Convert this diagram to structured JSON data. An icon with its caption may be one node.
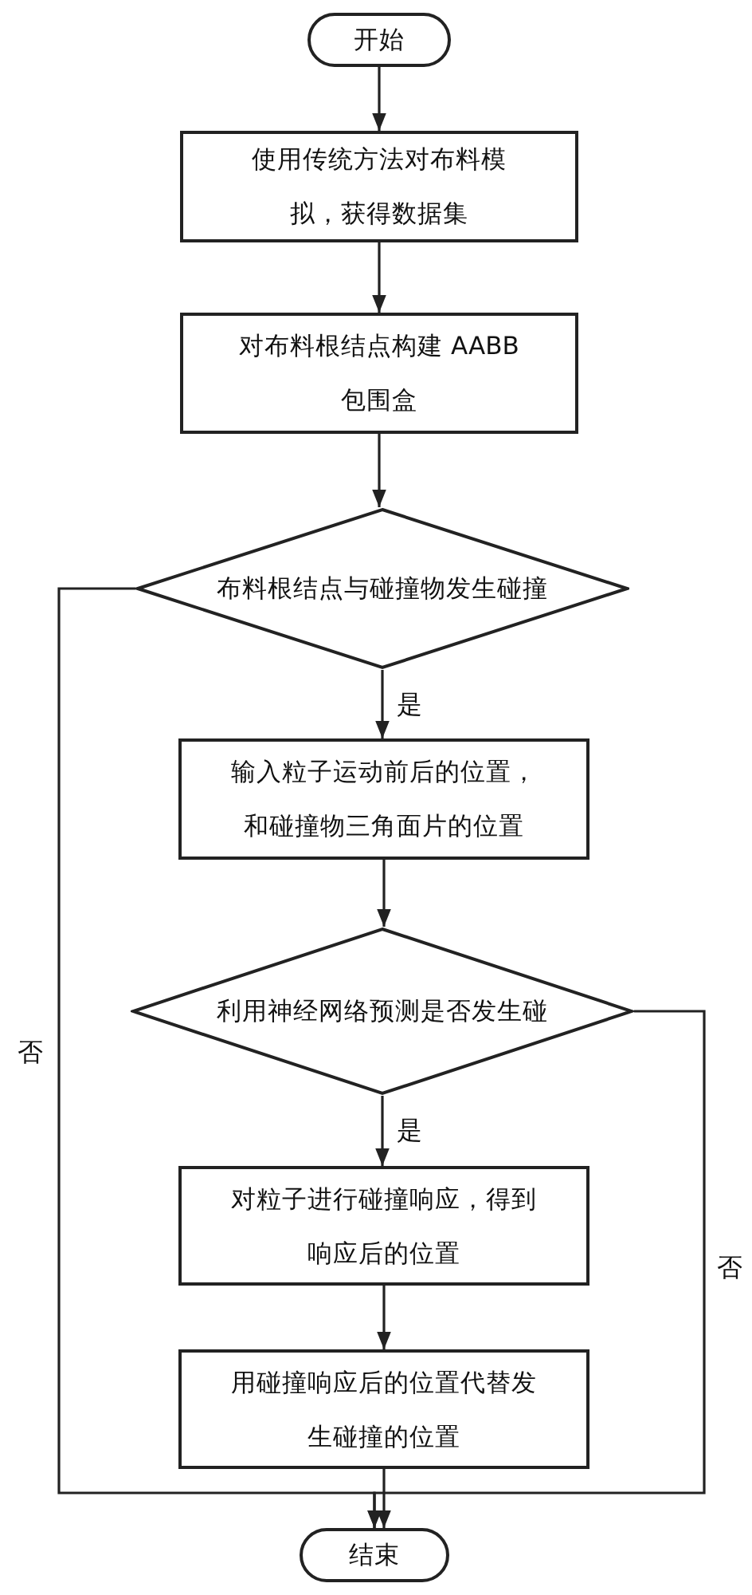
{
  "diagram": {
    "nodes": [
      {
        "text": [
          "开始"
        ]
      },
      {
        "text": [
          "使用传统方法对布料模拟，获得数据集"
        ]
      },
      {
        "text": [
          "对布料根结点构建 AABB 包围盒"
        ]
      },
      {
        "text": [
          "布料根结点与碰撞物发生碰撞"
        ]
      },
      {
        "text": [
          "输入粒子运动前后的位置，和碰撞物三角面片的位置"
        ]
      },
      {
        "text": [
          "利用神经网络预测是否发生碰"
        ]
      },
      {
        "text": [
          "对粒子进行碰撞响应，得到响应后的位置"
        ]
      },
      {
        "text": [
          "用碰撞响应后的位置代替发生碰撞的位置"
        ]
      },
      {
        "text": [
          "结束"
        ]
      }
    ],
    "edges": [
      {
        "from": 0,
        "to": 1,
        "arrow": "to"
      },
      {
        "from": 1,
        "to": 2,
        "arrow": "to"
      },
      {
        "from": 2,
        "to": 3,
        "arrow": "to"
      },
      {
        "from": 3,
        "to": 4,
        "arrow": "to",
        "label": "是"
      },
      {
        "from": 4,
        "to": 5,
        "arrow": "to"
      },
      {
        "from": 5,
        "to": 6,
        "arrow": "to",
        "label": "是"
      },
      {
        "from": 6,
        "to": 7,
        "arrow": "to"
      },
      {
        "from": 7,
        "to": 8,
        "arrow": "to"
      },
      {
        "from": 3,
        "to": 8,
        "arrow": "to",
        "label": "否"
      },
      {
        "from": 5,
        "to": 8,
        "arrow": "to",
        "label": "否"
      }
    ]
  }
}
